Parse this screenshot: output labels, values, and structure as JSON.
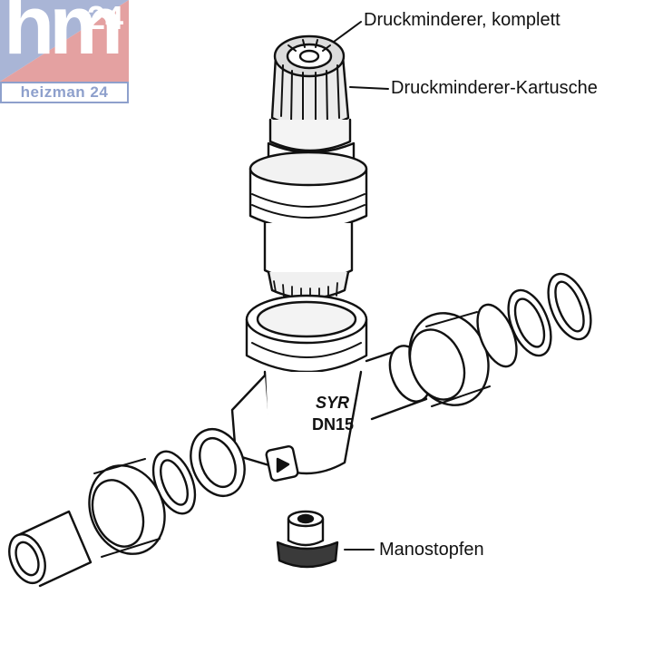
{
  "logo": {
    "main": "hm",
    "number": "24",
    "subtitle": "heizman 24"
  },
  "labels": {
    "pressure_reducer": "Druckminderer, komplett",
    "cartridge": "Druckminderer-Kartusche",
    "gauge_plug": "Manostopfen"
  },
  "housing_marking": {
    "brand": "SYR",
    "size": "DN15"
  }
}
